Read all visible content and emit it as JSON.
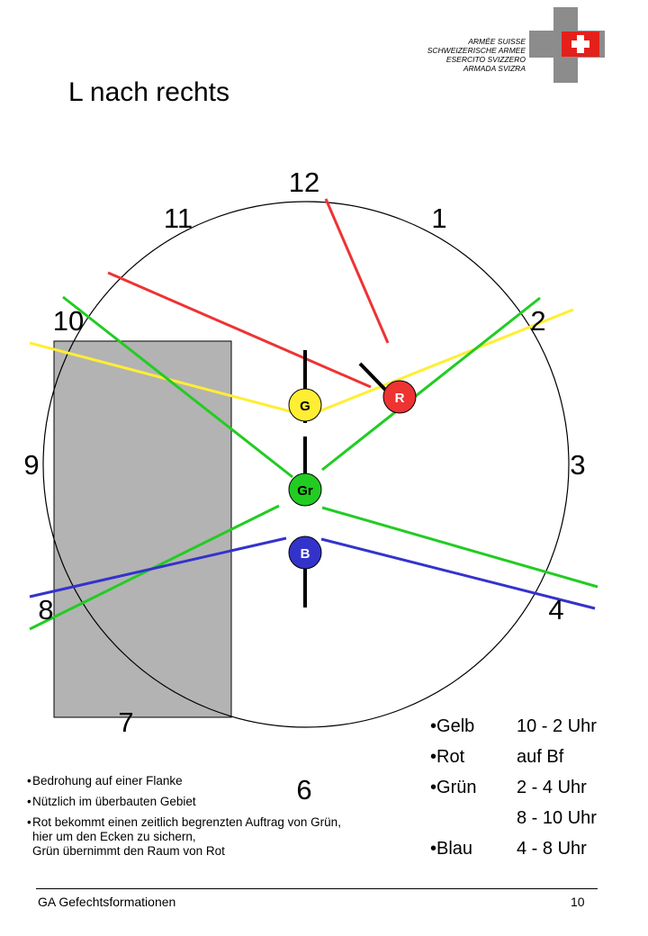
{
  "header": {
    "army_lines": [
      "ARMÉE SUISSE",
      "SCHWEIZERISCHE ARMEE",
      "ESERCITO SVIZZERO",
      "ARMADA SVIZRA"
    ]
  },
  "title": "L nach rechts",
  "clock_numbers": [
    "12",
    "1",
    "2",
    "3",
    "4",
    "6",
    "7",
    "8",
    "9",
    "10",
    "11"
  ],
  "units": [
    {
      "label": "G",
      "color": "#ffee33"
    },
    {
      "label": "R",
      "color": "#ee3333"
    },
    {
      "label": "Gr",
      "color": "#22cc22"
    },
    {
      "label": "B",
      "color": "#3333cc"
    }
  ],
  "colors": {
    "yellow": "#ffee33",
    "red": "#ee3333",
    "green": "#22cc22",
    "blue": "#3333cc",
    "obstacle": "#b3b3b3"
  },
  "legend": [
    {
      "name": "Gelb",
      "value": "10  - 2 Uhr"
    },
    {
      "name": "Rot",
      "value": "auf Bf"
    },
    {
      "name": "Grün",
      "value": "2  - 4 Uhr"
    },
    {
      "name": "",
      "value": "8  - 10 Uhr"
    },
    {
      "name": "Blau",
      "value": "4  - 8 Uhr"
    }
  ],
  "notes": [
    "Bedrohung auf einer Flanke",
    "Nützlich im überbauten Gebiet",
    "Rot bekommt einen zeitlich begrenzten Auftrag von Grün,\nhier um den Ecken zu sichern,\nGrün übernimmt den Raum von Rot"
  ],
  "footer": {
    "text": "GA Gefechtsformationen",
    "page": "10"
  }
}
